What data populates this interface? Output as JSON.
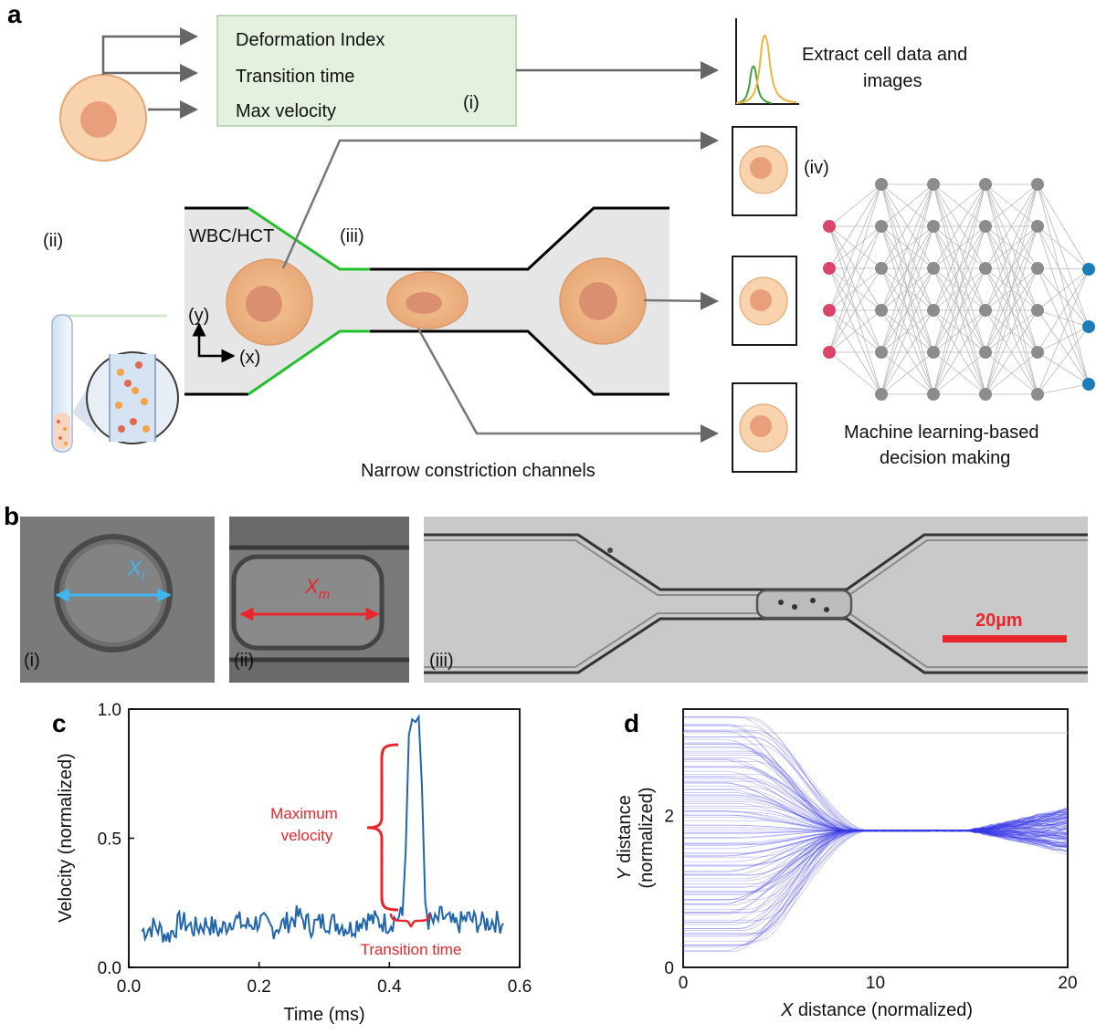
{
  "panel_a": {
    "label": "a",
    "metrics": [
      "Deformation Index",
      "Transition time",
      "Max velocity"
    ],
    "metrics_tag": "(i)",
    "extract_line1": "Extract cell data and",
    "extract_line2": "images",
    "tag_ii": "(ii)",
    "tag_iii": "(iii)",
    "tag_iv": "(iv)",
    "wbc_label": "WBC/HCT",
    "y_axis": "(y)",
    "x_axis": "(x)",
    "channel_caption": "Narrow constriction channels",
    "ml_line1": "Machine learning-based",
    "ml_line2": "decision making",
    "colors": {
      "input_node": "#d9466a",
      "hidden_node": "#8c8c8c",
      "output_node": "#1b7db8",
      "channel_highlight": "#22c02a"
    }
  },
  "panel_b": {
    "label": "b",
    "tags": [
      "(i)",
      "(ii)",
      "(iii)"
    ],
    "xi_label": "X",
    "xi_sub": "i",
    "xm_label": "X",
    "xm_sub": "m",
    "scale_bar": "20µm",
    "colors": {
      "xi": "#3fb6ef",
      "xm": "#e8262b"
    }
  },
  "panel_c": {
    "label": "c",
    "annot_max1": "Maximum",
    "annot_max2": "velocity",
    "annot_transition": "Transition time"
  },
  "panel_d": {
    "label": "d",
    "ylabel_italic": "Y",
    "ylabel_rest": " distance",
    "ylabel_line2": "(normalized)",
    "xlabel_italic": "X",
    "xlabel_rest": " distance (normalized)"
  },
  "chart_data": [
    {
      "type": "line",
      "panel": "c",
      "xlabel": "Time (ms)",
      "ylabel": "Velocity (normalized)",
      "xlim": [
        0.0,
        0.6
      ],
      "ylim": [
        0.0,
        1.0
      ],
      "x_ticks": [
        "0.0",
        "0.2",
        "0.4",
        "0.6"
      ],
      "y_ticks": [
        "0.0",
        "0.5",
        "1.0"
      ],
      "color": "#2166ac",
      "x": [
        0.02,
        0.04,
        0.06,
        0.08,
        0.1,
        0.12,
        0.14,
        0.16,
        0.18,
        0.2,
        0.22,
        0.24,
        0.26,
        0.28,
        0.3,
        0.32,
        0.34,
        0.36,
        0.38,
        0.4,
        0.41,
        0.42,
        0.425,
        0.43,
        0.435,
        0.44,
        0.445,
        0.45,
        0.455,
        0.46,
        0.47,
        0.48,
        0.5,
        0.52,
        0.54,
        0.56,
        0.575
      ],
      "y": [
        0.14,
        0.16,
        0.12,
        0.18,
        0.15,
        0.17,
        0.14,
        0.19,
        0.16,
        0.18,
        0.15,
        0.17,
        0.2,
        0.16,
        0.18,
        0.17,
        0.15,
        0.19,
        0.18,
        0.17,
        0.19,
        0.2,
        0.45,
        0.9,
        0.96,
        0.95,
        0.97,
        0.7,
        0.25,
        0.18,
        0.17,
        0.2,
        0.16,
        0.19,
        0.17,
        0.18,
        0.17
      ]
    },
    {
      "type": "line",
      "panel": "d",
      "xlabel": "X distance (normalized)",
      "ylabel": "Y distance (normalized)",
      "xlim": [
        0,
        20
      ],
      "ylim": [
        0,
        3.4
      ],
      "x_ticks": [
        "0",
        "10",
        "20"
      ],
      "y_ticks": [
        "0",
        "2"
      ],
      "color": "#3a3ae6",
      "description_series": "about 120 cell trajectories funnelling toward y≈1.8 in the constriction (x≈9–15)",
      "trajectory_model": {
        "y_center": 1.8,
        "y_min_start": 0.2,
        "y_max_start": 3.3,
        "converge_start_x": 3,
        "converge_end_x": 9,
        "spread_end": 0.3
      }
    }
  ]
}
